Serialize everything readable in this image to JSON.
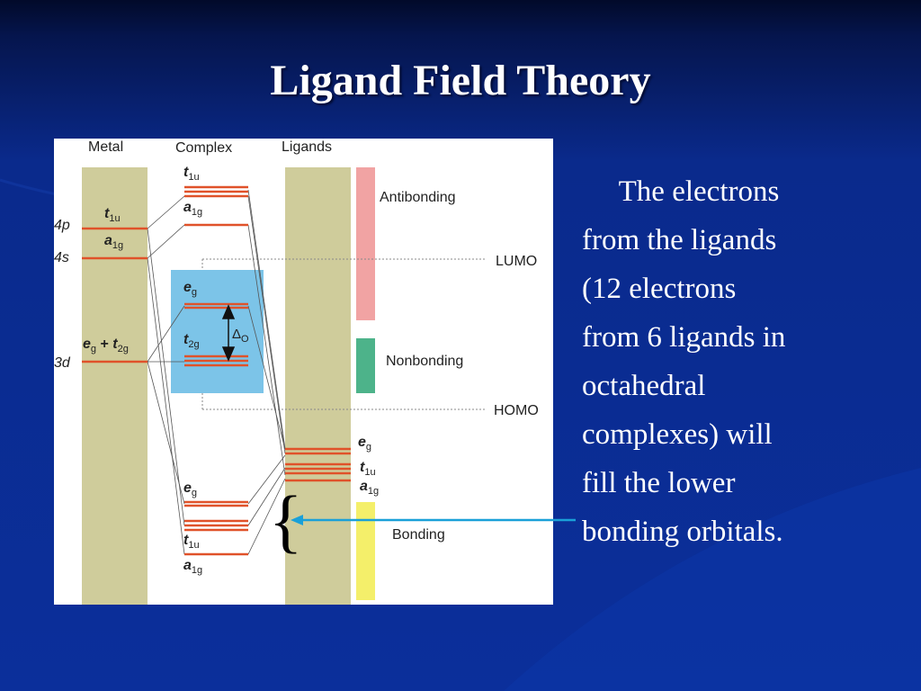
{
  "slide": {
    "title": "Ligand Field Theory",
    "body_text": "     The electrons\nfrom the ligands\n(12 electrons\nfrom 6 ligands in\noctahedral\ncomplexes) will\nfill the lower\nbonding orbitals.",
    "brace_glyph": "{"
  },
  "diagram": {
    "columns": {
      "metal": "Metal",
      "complex": "Complex",
      "ligands": "Ligands"
    },
    "metal_levels": {
      "p4": "4p",
      "s4": "4s",
      "d3": "3d",
      "t1u_main": "t",
      "t1u_sub": "1u",
      "a1g_main": "a",
      "a1g_sub": "1g",
      "eg_main": "e",
      "eg_sub": "g",
      "plus": " + ",
      "t2g_main": "t",
      "t2g_sub": "2g"
    },
    "complex_levels": {
      "t1u_main": "t",
      "t1u_sub": "1u",
      "a1g_main": "a",
      "a1g_sub": "1g",
      "eg_main": "e",
      "eg_sub": "g",
      "t2g_main": "t",
      "t2g_sub": "2g",
      "delta_main": "Δ",
      "delta_sub": "O",
      "low_eg_main": "e",
      "low_eg_sub": "g",
      "low_t1u_main": "t",
      "low_t1u_sub": "1u",
      "low_a1g_main": "a",
      "low_a1g_sub": "1g"
    },
    "ligand_levels": {
      "eg_main": "e",
      "eg_sub": "g",
      "t1u_main": "t",
      "t1u_sub": "1u",
      "a1g_main": "a",
      "a1g_sub": "1g"
    },
    "markers": {
      "lumo": "LUMO",
      "homo": "HOMO"
    },
    "regions": {
      "antibonding": "Antibonding",
      "nonbonding": "Nonbonding",
      "bonding": "Bonding"
    },
    "colors": {
      "column_fill": "#cfcc9b",
      "orbital_line": "#e0522a",
      "delta_box": "#7cc4e8",
      "antibonding_bar": "#f1a3a3",
      "nonbonding_bar": "#4db38a",
      "bonding_bar": "#f4ef6a",
      "pointer_arrow": "#1aa0d8"
    }
  }
}
